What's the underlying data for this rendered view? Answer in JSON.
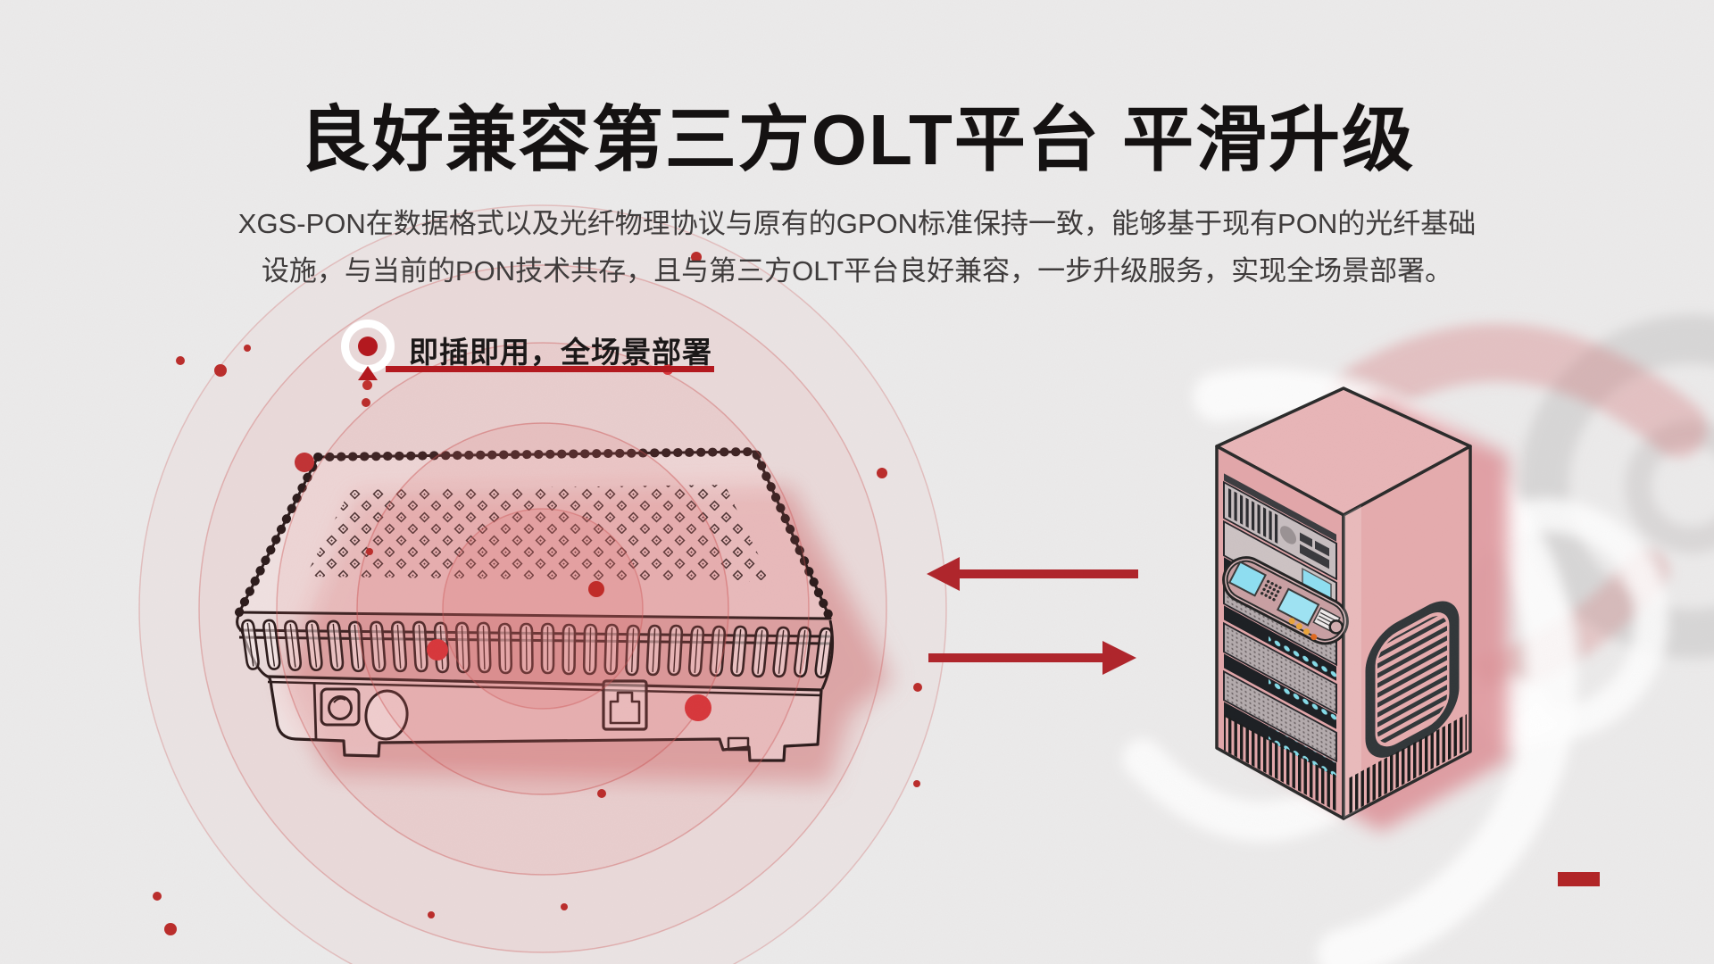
{
  "page": {
    "background_color": "#ecebeb",
    "accent_red": "#b3191f"
  },
  "header": {
    "title": "良好兼容第三方OLT平台 平滑升级",
    "subtitle_line1": "XGS-PON在数据格式以及光纤物理协议与原有的GPON标准保持一致，能够基于现有PON的光纤基础",
    "subtitle_line2": "设施，与当前的PON技术共存，且与第三方OLT平台良好兼容，一步升级服务，实现全场景部署。"
  },
  "feature": {
    "label": "即插即用，全场景部署",
    "icon": "location-pin-icon",
    "underline_color": "#b3191f"
  },
  "diagram": {
    "left_illustration": "xgs-pon-onu-device-line-art",
    "right_illustration": "olt-server-rack-isometric",
    "arrow_upstream_direction": "left",
    "arrow_downstream_direction": "right",
    "arrow_color": "#b0252b"
  },
  "decor": {
    "bottom_dash_color": "#b22426"
  }
}
